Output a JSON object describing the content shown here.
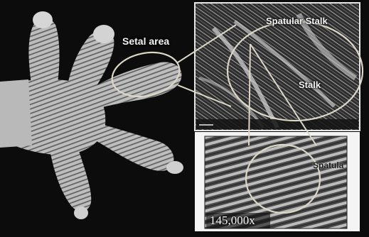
{
  "labels": {
    "setal_area": "Setal area",
    "spatular_stalk": "Spatular Stalk",
    "stalk": "Stalk",
    "spatula": "Spatula",
    "magnification": "145,000x"
  },
  "colors": {
    "background": "#0c0c0c",
    "skin": "#c9c9c9",
    "outline": "#dcd7c6"
  }
}
